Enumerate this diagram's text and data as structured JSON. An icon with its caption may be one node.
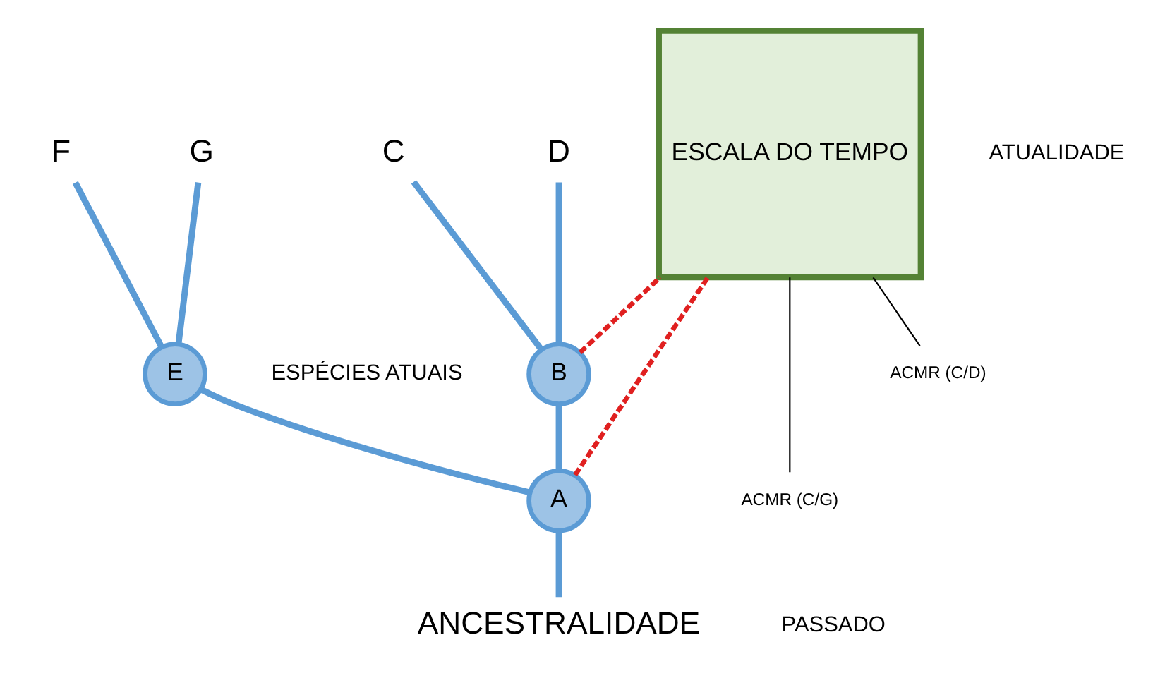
{
  "diagram": {
    "nodes": [
      {
        "text": [
          "C"
        ]
      },
      {
        "text": [
          "D"
        ]
      },
      {
        "text": [
          "B"
        ]
      },
      {
        "text": [
          "F"
        ]
      },
      {
        "text": [
          "G"
        ]
      },
      {
        "text": [
          "E"
        ]
      },
      {
        "text": [
          "A"
        ]
      },
      {
        "text": [
          "ANCESTRALIDADE"
        ]
      },
      {
        "text": [
          "ESCALA DO TEMPO"
        ]
      },
      {
        "text": [
          "ACMR (C/D)"
        ]
      },
      {
        "text": [
          "ACMR (C/G)"
        ]
      }
    ],
    "edges": [
      {
        "from": 2,
        "to": 0,
        "arrow": "none"
      },
      {
        "from": 2,
        "to": 1,
        "arrow": "none"
      },
      {
        "from": 6,
        "to": 2,
        "arrow": "none"
      },
      {
        "from": 5,
        "to": 3,
        "arrow": "none"
      },
      {
        "from": 5,
        "to": 4,
        "arrow": "none"
      },
      {
        "from": 6,
        "to": 5,
        "arrow": "none"
      },
      {
        "from": 7,
        "to": 6,
        "arrow": "none"
      },
      {
        "from": 2,
        "to": 8,
        "arrow": "none",
        "style": "dashed",
        "color": "#e02020"
      },
      {
        "from": 6,
        "to": 8,
        "arrow": "none",
        "style": "dashed",
        "color": "#e02020"
      },
      {
        "from": 9,
        "to": 8,
        "arrow": "none",
        "color": "#000000"
      },
      {
        "from": 10,
        "to": 8,
        "arrow": "none",
        "color": "#000000"
      }
    ],
    "labels": [
      "ESPÉCIES ATUAIS",
      "ATUALIDADE",
      "PASSADO"
    ]
  }
}
